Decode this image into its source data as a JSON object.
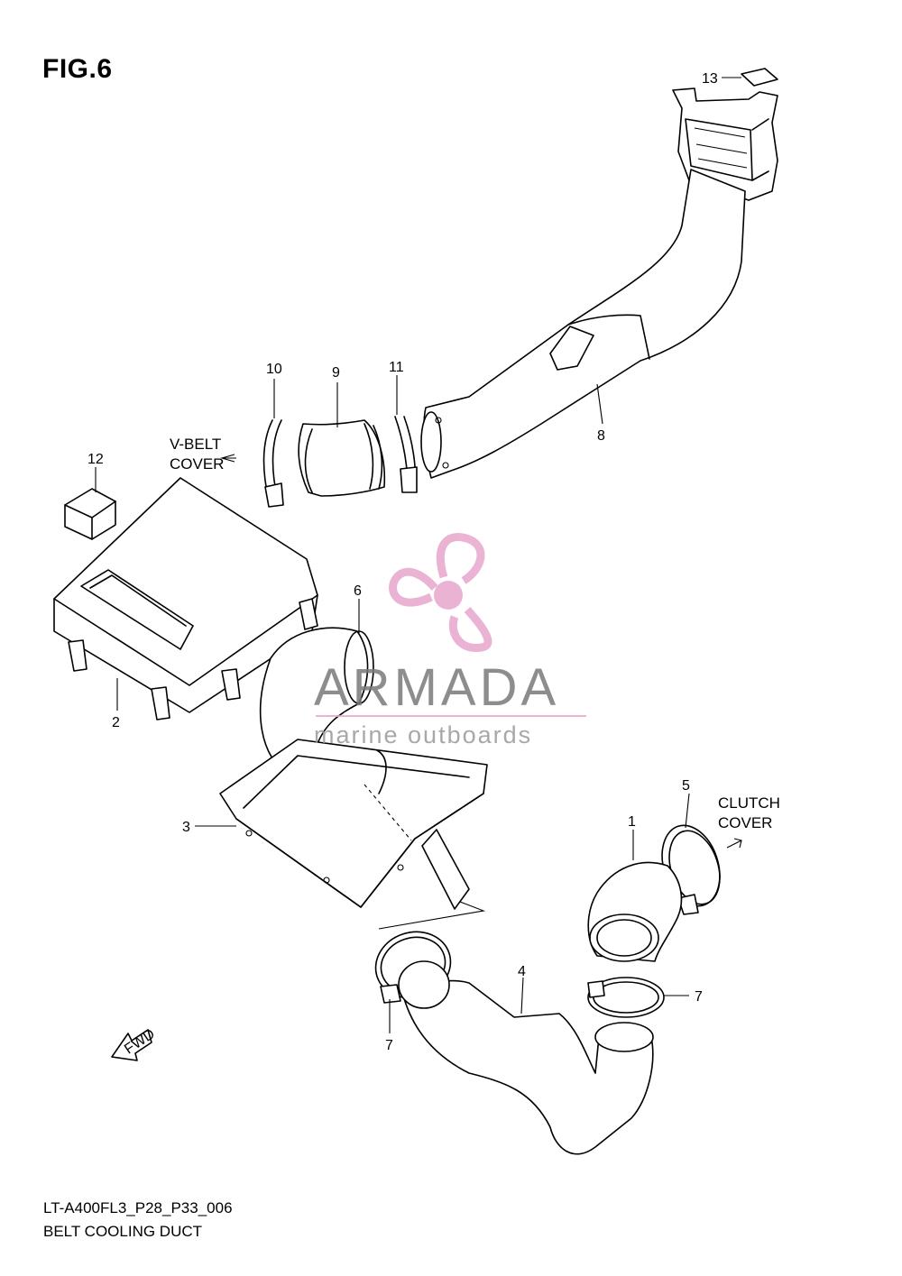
{
  "figure": {
    "title": "FIG.6"
  },
  "footer": {
    "code": "LT-A400FL3_P28_P33_006",
    "caption": "BELT COOLING DUCT"
  },
  "callouts": {
    "c1": "1",
    "c2": "2",
    "c3": "3",
    "c4": "4",
    "c5": "5",
    "c6": "6",
    "c7a": "7",
    "c7b": "7",
    "c8": "8",
    "c9": "9",
    "c10": "10",
    "c11": "11",
    "c12": "12",
    "c13": "13"
  },
  "notes": {
    "vbelt_line1": "V-BELT",
    "vbelt_line2": "COVER",
    "clutch_line1": "CLUTCH",
    "clutch_line2": "COVER",
    "fwd": "FWD"
  },
  "watermark": {
    "brand": "ARMADA",
    "tagline": "marine outboards",
    "color": "#e8a6cc"
  }
}
